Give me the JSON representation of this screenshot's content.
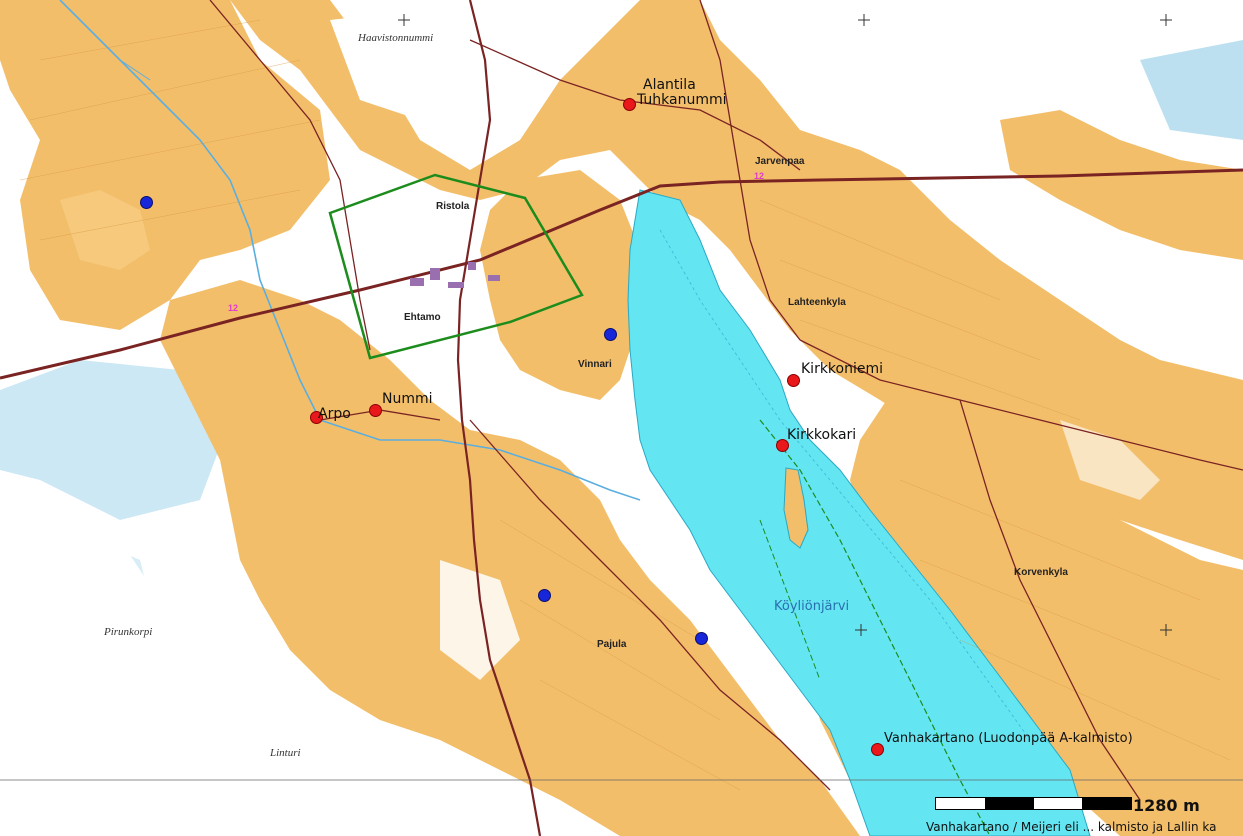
{
  "colors": {
    "fields": "#f3be6a",
    "forest": "#ffffff",
    "marsh": "#7fc4e6",
    "lake": "#63e5f2",
    "road": "#7a2323",
    "site_red": "#e8181b",
    "site_blue": "#1726d8",
    "study_area": "#1c8c1c"
  },
  "icons": {
    "site_marker": "red-dot-icon",
    "other_marker": "blue-dot-icon",
    "scale": "scale-bar-icon"
  },
  "places": {
    "alantila": "Alantila",
    "tuhkanummi": "Tuhkanummi",
    "arpo": "Arpo",
    "nummi": "Nummi",
    "kirkkoniemi": "Kirkkoniemi",
    "kirkkokari": "Kirkkokari",
    "vanhakartano": "Vanhakartano (Luodonpää A-kalmisto)"
  },
  "areas": {
    "ristola": "Ristola",
    "ehtamo": "Ehtamo",
    "vinnari": "Vinnari",
    "jarvenpaa": "Jarvenpaa",
    "lahteenkyla": "Lahteenkyla",
    "korvenkyla": "Korvenkyla",
    "pajula": "Pajula",
    "haavistonnummi": "Haavistonnummi",
    "pirunkorpi": "Pirunkorpi",
    "linturi": "Linturi"
  },
  "lake_name": "Köyliönjärvi",
  "road_number": "12",
  "scale": {
    "label": "1280 m"
  },
  "credit": "Vanhakartano / Meijeri eli ... kalmisto ja Lallin ka"
}
